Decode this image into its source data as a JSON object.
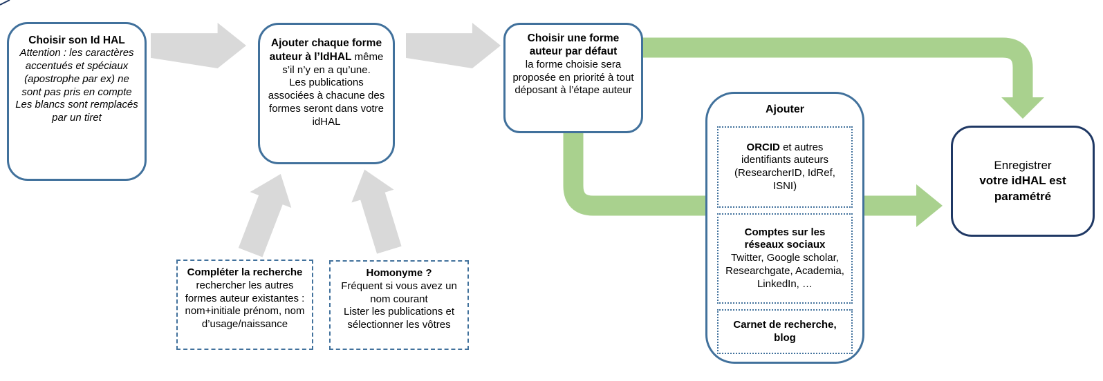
{
  "colors": {
    "box_border": "#41719C",
    "final_border": "#1F3864",
    "green_arrow": "#A9D18E",
    "gray_arrow": "#D9D9D9",
    "text": "#000000"
  },
  "boxes": {
    "choisir_id": {
      "title": "Choisir son Id HAL",
      "note1": "Attention : les caractères accentués et spéciaux (apostrophe par ex) ne sont pas pris en compte",
      "note2": "Les blancs sont remplacés par un tiret"
    },
    "ajouter_forme": {
      "title_bold": "Ajouter chaque forme auteur à l’IdHAL",
      "text_inline": "même s’il n’y en a qu’une.",
      "text_rest": "Les publications associées à chacune des formes seront dans votre idHAL"
    },
    "forme_defaut": {
      "title": "Choisir une forme auteur par défaut",
      "text": "la forme choisie sera proposée en priorité à tout déposant à l’étape auteur"
    },
    "completer": {
      "title": "Compléter la recherche",
      "text": "rechercher les autres formes auteur existantes : nom+initiale prénom, nom d’usage/naissance"
    },
    "homonyme": {
      "title": "Homonyme ?",
      "text1": "Fréquent si vous avez un nom courant",
      "text2": "Lister les publications et sélectionner les vôtres"
    },
    "ajouter_panel": {
      "title": "Ajouter",
      "orcid_bold": "ORCID",
      "orcid_text": "et autres identifiants auteurs (ResearcherID, IdRef, ISNI)",
      "reseaux_title": "Comptes sur les réseaux sociaux",
      "reseaux_text": "Twitter, Google scholar, Researchgate, Academia, LinkedIn, …",
      "carnet_title": "Carnet de recherche, blog"
    },
    "enregistrer": {
      "line1": "Enregistrer",
      "line2": "votre idHAL est paramétré"
    }
  }
}
